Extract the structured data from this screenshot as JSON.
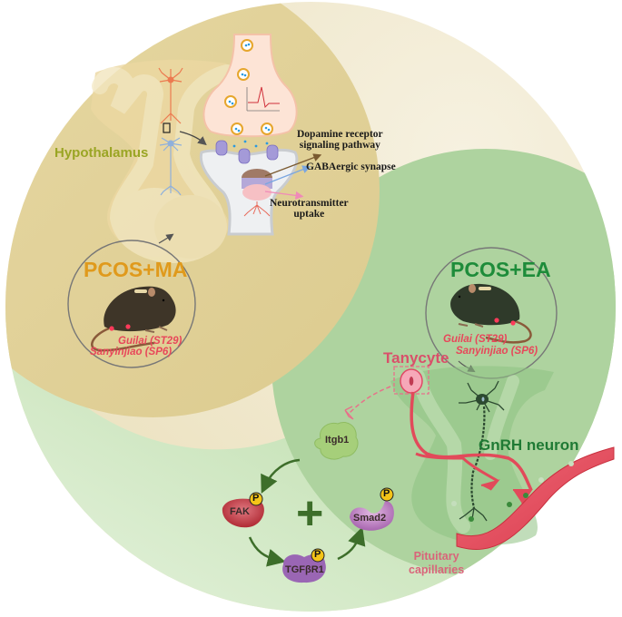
{
  "figure": {
    "region_labels": {
      "hypothalamus": "Hypothalamus",
      "tanycyte": "Tanycyte",
      "gnrh_neuron": "GnRH neuron",
      "pituitary_capillaries_line1": "Pituitary",
      "pituitary_capillaries_line2": "capillaries"
    },
    "groups": [
      {
        "name": "PCOS+MA",
        "color": "#e09a1c",
        "acupoints": [
          "Guilai (ST29)",
          "Sanyinjiao (SP6)"
        ]
      },
      {
        "name": "PCOS+EA",
        "color": "#1e8c3a",
        "acupoints": [
          "Guilai (ST29)",
          "Sanyinjiao (SP6)"
        ]
      }
    ],
    "synapse_pathways": [
      {
        "line1": "Dopamine receptor",
        "line2": "signaling pathway",
        "arrow_color": "#7a5a30"
      },
      {
        "line1": "GABAergic synapse",
        "line2": "",
        "arrow_color": "#7aa6e0"
      },
      {
        "line1": "Neurotransmitter",
        "line2": "uptake",
        "arrow_color": "#f08ab8"
      }
    ],
    "signaling_proteins": [
      {
        "name": "Itgb1",
        "phosphorylated": false,
        "color": "#a6cf7a"
      },
      {
        "name": "FAK",
        "phosphorylated": true,
        "color": "#c0343c"
      },
      {
        "name": "TGFβR1",
        "phosphorylated": true,
        "color": "#9a66b4"
      },
      {
        "name": "Smad2",
        "phosphorylated": true,
        "color": "#c288c8"
      }
    ],
    "phospho_label": "P",
    "plus_sign": "+",
    "colors": {
      "outer_bg": "#f3eedb",
      "ma_zone": "#dfd097",
      "ea_zone": "#aed39f",
      "lower_zone": "#d6ebcc",
      "arrow_green": "#3d6e2a",
      "vessel_red": "#e24a5a"
    }
  }
}
